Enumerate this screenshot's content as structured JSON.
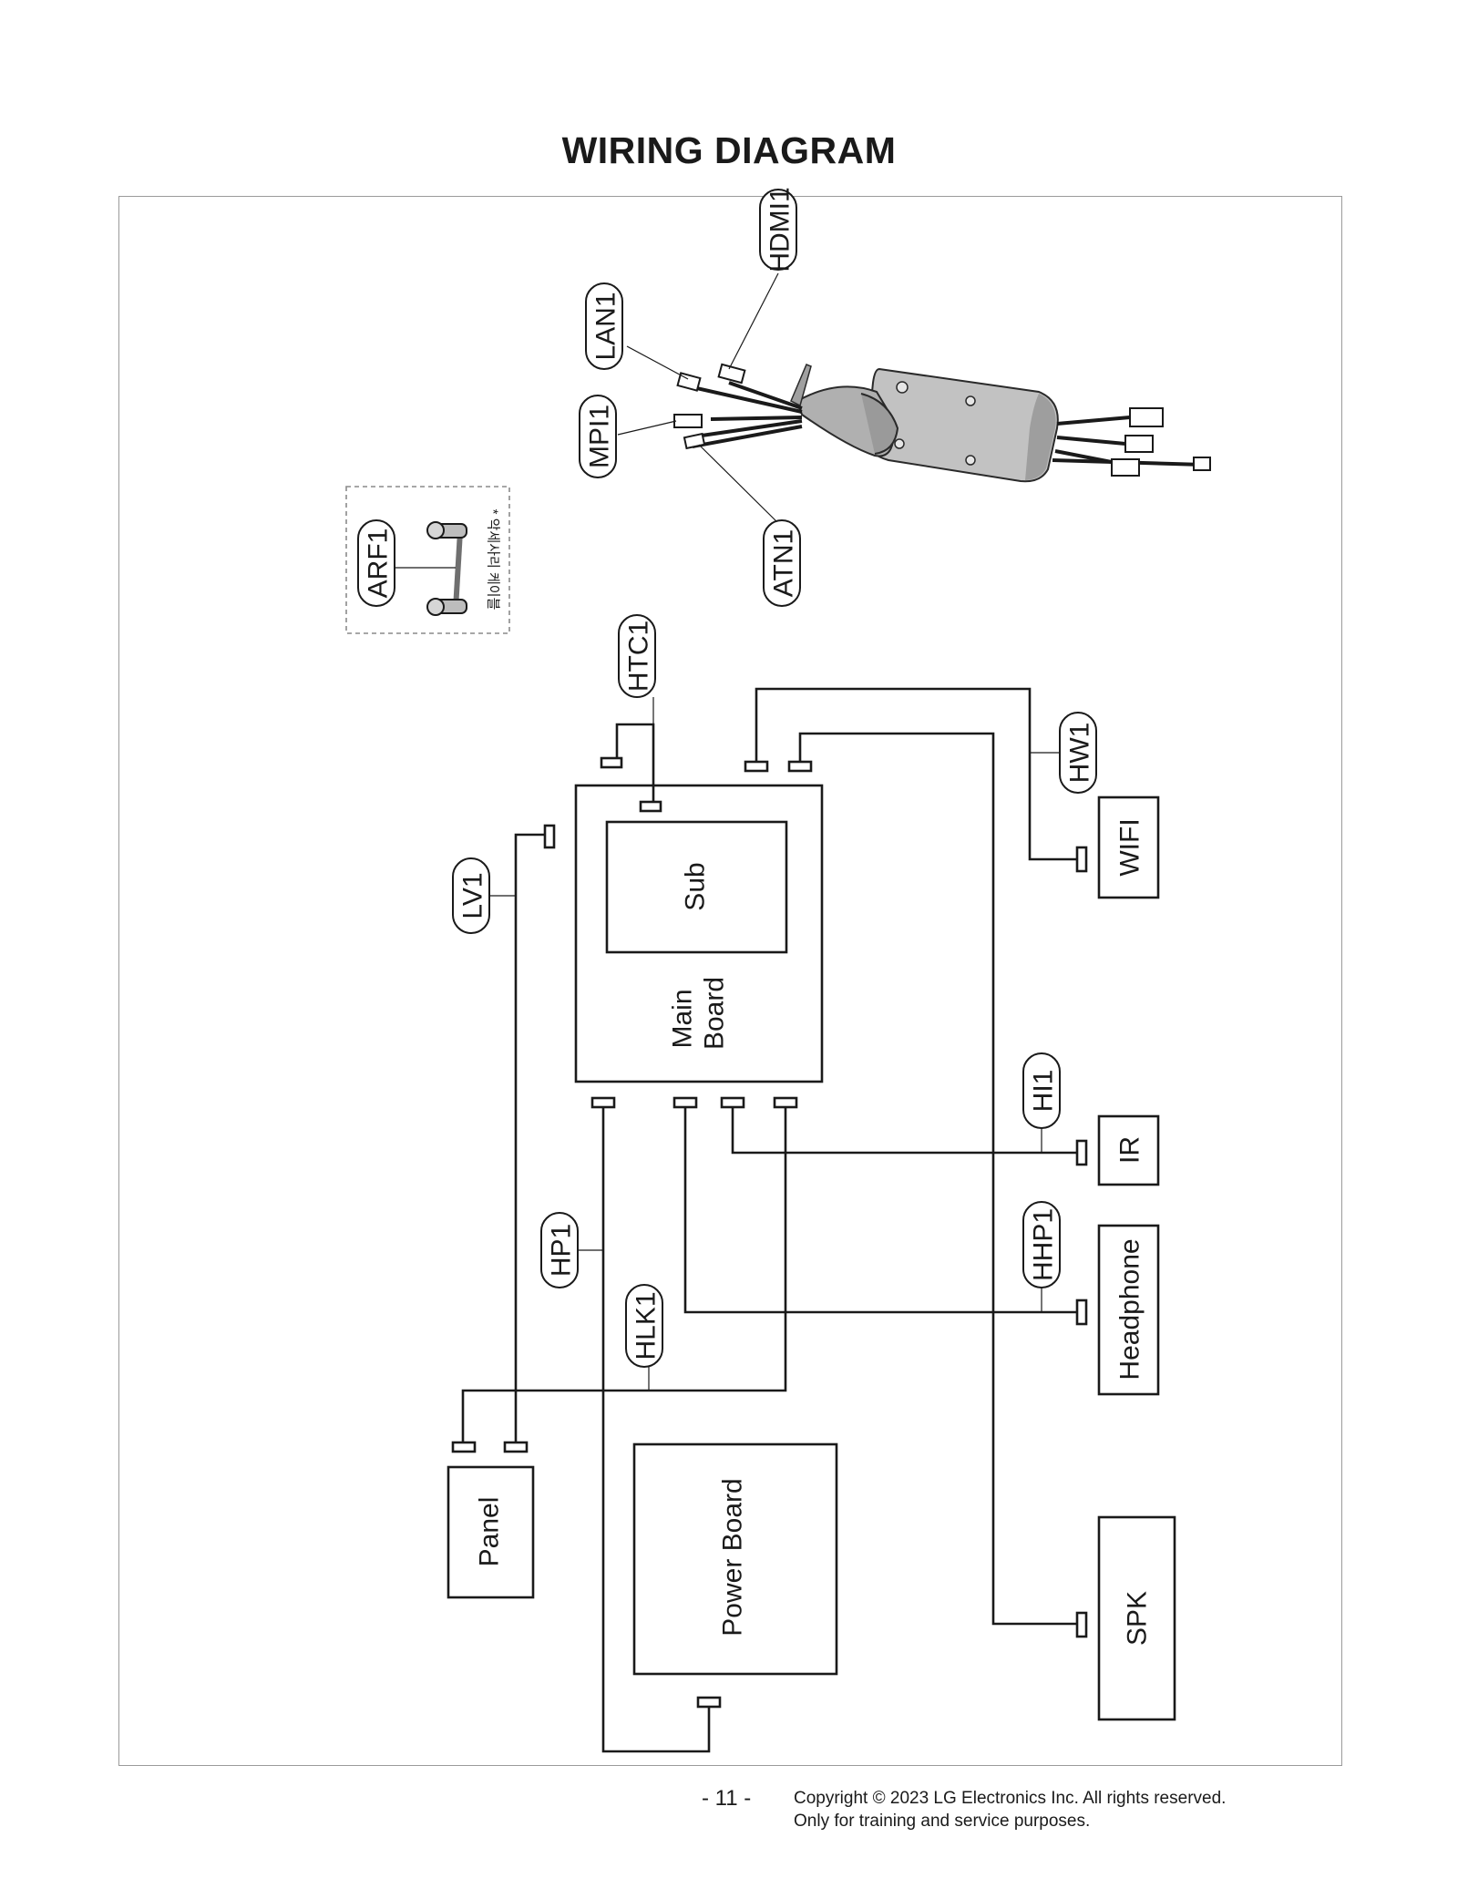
{
  "page": {
    "title": "WIRING DIAGRAM",
    "page_number": "- 11 -",
    "copyright_line1": "Copyright © 2023 LG Electronics Inc. All rights reserved.",
    "copyright_line2": "Only for training and service purposes."
  },
  "harness": {
    "labels": {
      "hdmi": "HDMI1",
      "lan": "LAN1",
      "mpi": "MPI1",
      "atn": "ATN1"
    }
  },
  "accessory": {
    "label": "ARF1",
    "note": "* 악세사리 케이블"
  },
  "boards": {
    "main_line1": "Main",
    "main_line2": "Board",
    "sub": "Sub",
    "power": "Power Board",
    "panel": "Panel",
    "wifi": "WIFI",
    "ir": "IR",
    "headphone": "Headphone",
    "spk": "SPK"
  },
  "connectors": {
    "htc": "HTC1",
    "hw": "HW1",
    "lv": "LV1",
    "hi": "HI1",
    "hhp": "HHP1",
    "hp": "HP1",
    "hlk": "HLK1"
  },
  "colors": {
    "line": "#1a1a1a",
    "frame": "#9a9a9a",
    "harness_fill": "#bcbcbc",
    "dashed_box": "#8a8a8a"
  }
}
